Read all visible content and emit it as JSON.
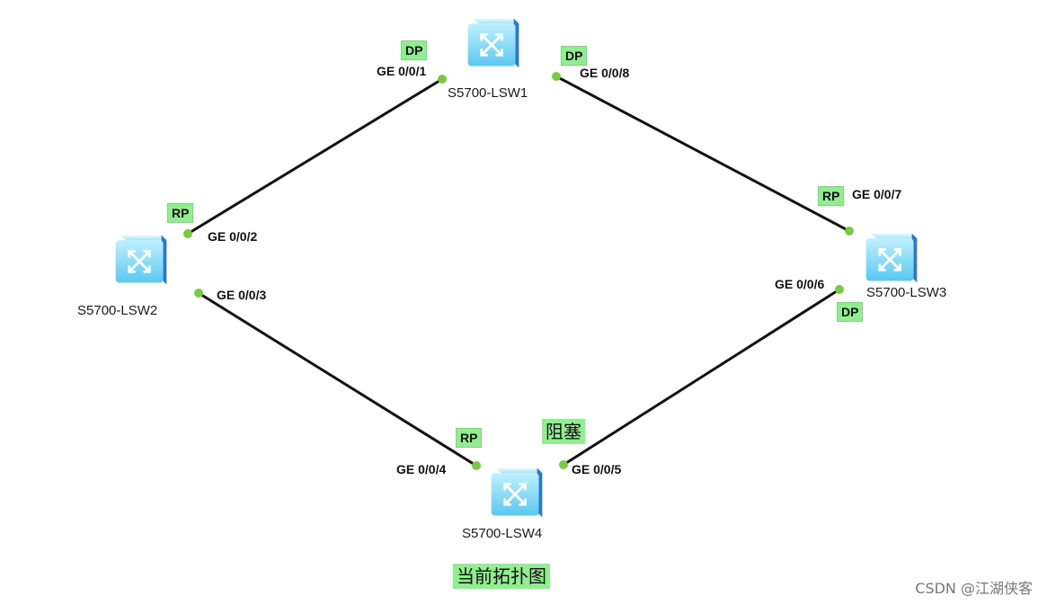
{
  "colors": {
    "link": "#111111",
    "port_dot": "#7ac943",
    "tag_bg": "#90ee90"
  },
  "switches": [
    {
      "id": "lsw1",
      "name": "S5700-LSW1",
      "icon": "switch-icon"
    },
    {
      "id": "lsw2",
      "name": "S5700-LSW2",
      "icon": "switch-icon"
    },
    {
      "id": "lsw3",
      "name": "S5700-LSW3",
      "icon": "switch-icon"
    },
    {
      "id": "lsw4",
      "name": "S5700-LSW4",
      "icon": "switch-icon"
    }
  ],
  "ports": {
    "lsw1_p1": {
      "label": "GE 0/0/1",
      "role": "DP"
    },
    "lsw1_p8": {
      "label": "GE 0/0/8",
      "role": "DP"
    },
    "lsw2_p2": {
      "label": "GE 0/0/2",
      "role": "RP"
    },
    "lsw2_p3": {
      "label": "GE 0/0/3",
      "role": ""
    },
    "lsw3_p7": {
      "label": "GE 0/0/7",
      "role": "RP"
    },
    "lsw3_p6": {
      "label": "GE 0/0/6",
      "role": "DP"
    },
    "lsw4_p4": {
      "label": "GE 0/0/4",
      "role": "RP"
    },
    "lsw4_p5": {
      "label": "GE 0/0/5",
      "role": ""
    }
  },
  "annotations": {
    "blocked": "阻塞",
    "caption": "当前拓扑图"
  },
  "watermark": "CSDN @江湖侠客"
}
